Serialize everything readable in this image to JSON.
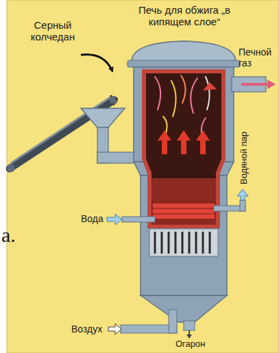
{
  "diagram": {
    "title": "Печь для обжига „в кипящем слое“",
    "labels": [
      "Серный колчедан",
      "Печной газ",
      "Водяной пар",
      "Вода",
      "Воздух",
      "Огарон",
      "а."
    ]
  }
}
